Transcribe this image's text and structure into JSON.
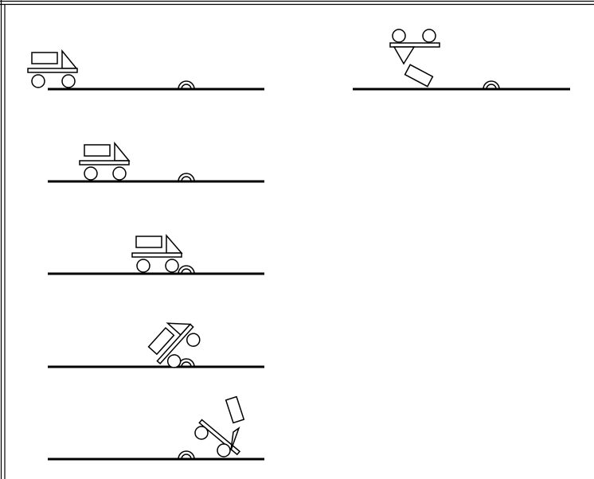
{
  "diagram": {
    "kind": "sequence of frames showing a small truck driving into a bump and flipping over",
    "colors": {
      "background": "#ffffff",
      "stroke": "#000000",
      "frame_border": "#000000"
    },
    "frames": [
      {
        "id": 1,
        "state": "truck driving toward bump"
      },
      {
        "id": 2,
        "state": "truck approaching bump"
      },
      {
        "id": 3,
        "state": "front wheel hits bump"
      },
      {
        "id": 4,
        "state": "truck tipping over the bump"
      },
      {
        "id": 5,
        "state": "truck flipping, cargo thrown"
      },
      {
        "id": 6,
        "state": "truck upside down, cargo on ground"
      }
    ]
  }
}
